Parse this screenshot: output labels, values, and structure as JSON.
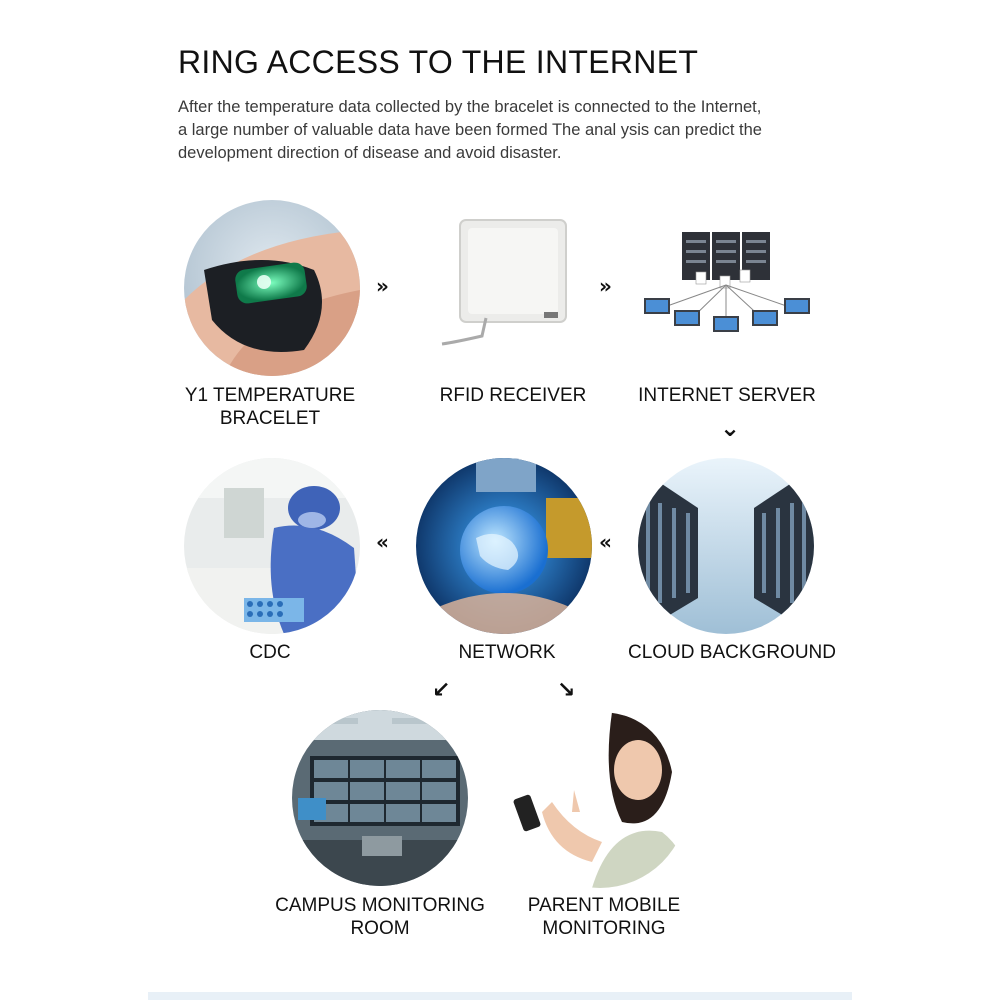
{
  "header": {
    "title": "RING ACCESS TO THE INTERNET",
    "description_lines": [
      "After the temperature data collected by the bracelet is connected to the Internet,",
      "a large number of valuable data have been formed The anal ysis can predict the",
      "development direction of disease and avoid disaster."
    ]
  },
  "nodes": {
    "bracelet": {
      "label_lines": [
        "Y1 TEMPERATURE",
        "BRACELET"
      ]
    },
    "rfid": {
      "label_lines": [
        "RFID RECEIVER"
      ]
    },
    "server": {
      "label_lines": [
        "INTERNET SERVER"
      ]
    },
    "cdc": {
      "label_lines": [
        "CDC"
      ]
    },
    "network": {
      "label_lines": [
        "NETWORK"
      ]
    },
    "cloud": {
      "label_lines": [
        "CLOUD BACKGROUND"
      ]
    },
    "campus": {
      "label_lines": [
        "CAMPUS MONITORING",
        "ROOM"
      ]
    },
    "parent": {
      "label_lines": [
        "PARENT MOBILE",
        "MONITORING"
      ]
    }
  },
  "arrows": {
    "right_glyph": "»",
    "left_glyph": "«",
    "down_glyph": "⌄",
    "down_left_glyph": "↙",
    "down_right_glyph": "↘"
  },
  "icons": [
    "bracelet-photo",
    "rfid-receiver-photo",
    "server-network-photo",
    "lab-photo",
    "globe-network-photo",
    "data-center-photo",
    "monitoring-room-photo",
    "woman-phone-photo"
  ],
  "colors": {
    "text": "#111111",
    "description": "#3a3a3a",
    "accent_green": "#2ee88a"
  }
}
